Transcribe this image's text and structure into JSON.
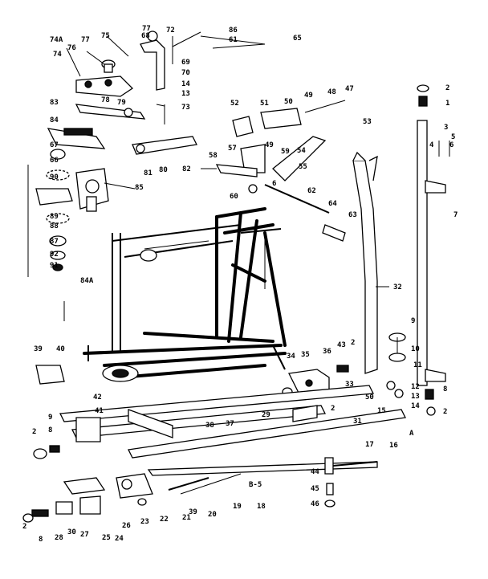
{
  "diagram": {
    "callouts": [
      {
        "id": "c77",
        "text": "77"
      },
      {
        "id": "c72",
        "text": "72"
      },
      {
        "id": "c68",
        "text": "68"
      },
      {
        "id": "c86",
        "text": "86"
      },
      {
        "id": "c61",
        "text": "61"
      },
      {
        "id": "c65",
        "text": "65"
      },
      {
        "id": "c74a",
        "text": "74A"
      },
      {
        "id": "c75",
        "text": "75"
      },
      {
        "id": "c77b",
        "text": "77"
      },
      {
        "id": "c76",
        "text": "76"
      },
      {
        "id": "c74",
        "text": "74"
      },
      {
        "id": "c69",
        "text": "69"
      },
      {
        "id": "c70",
        "text": "70"
      },
      {
        "id": "c14",
        "text": "14"
      },
      {
        "id": "c13",
        "text": "13"
      },
      {
        "id": "c83",
        "text": "83"
      },
      {
        "id": "c78",
        "text": "78"
      },
      {
        "id": "c79",
        "text": "79"
      },
      {
        "id": "c73",
        "text": "73"
      },
      {
        "id": "c84",
        "text": "84"
      },
      {
        "id": "c52",
        "text": "52"
      },
      {
        "id": "c51",
        "text": "51"
      },
      {
        "id": "c50",
        "text": "50"
      },
      {
        "id": "c49",
        "text": "49"
      },
      {
        "id": "c48",
        "text": "48"
      },
      {
        "id": "c47",
        "text": "47"
      },
      {
        "id": "c53",
        "text": "53"
      },
      {
        "id": "c2a",
        "text": "2"
      },
      {
        "id": "c1",
        "text": "1"
      },
      {
        "id": "c3",
        "text": "3"
      },
      {
        "id": "c4",
        "text": "4"
      },
      {
        "id": "c5",
        "text": "5"
      },
      {
        "id": "c6a",
        "text": "6"
      },
      {
        "id": "c67",
        "text": "67"
      },
      {
        "id": "c66",
        "text": "66"
      },
      {
        "id": "c90",
        "text": "90"
      },
      {
        "id": "c85",
        "text": "85"
      },
      {
        "id": "c82",
        "text": "82"
      },
      {
        "id": "c81",
        "text": "81"
      },
      {
        "id": "c80",
        "text": "80"
      },
      {
        "id": "c58",
        "text": "58"
      },
      {
        "id": "c57",
        "text": "57"
      },
      {
        "id": "c59",
        "text": "59"
      },
      {
        "id": "c49b",
        "text": "49"
      },
      {
        "id": "c54",
        "text": "54"
      },
      {
        "id": "c55",
        "text": "55"
      },
      {
        "id": "c6b",
        "text": "6"
      },
      {
        "id": "c60",
        "text": "60"
      },
      {
        "id": "c62",
        "text": "62"
      },
      {
        "id": "c64",
        "text": "64"
      },
      {
        "id": "c63",
        "text": "63"
      },
      {
        "id": "c7",
        "text": "7"
      },
      {
        "id": "c89",
        "text": "89"
      },
      {
        "id": "c88",
        "text": "88"
      },
      {
        "id": "c87",
        "text": "87"
      },
      {
        "id": "c92",
        "text": "92"
      },
      {
        "id": "c91",
        "text": "91"
      },
      {
        "id": "c84a",
        "text": "84A"
      },
      {
        "id": "c32",
        "text": "32"
      },
      {
        "id": "c9",
        "text": "9"
      },
      {
        "id": "c10",
        "text": "10"
      },
      {
        "id": "c11",
        "text": "11"
      },
      {
        "id": "c39",
        "text": "39"
      },
      {
        "id": "c40",
        "text": "40"
      },
      {
        "id": "c34",
        "text": "34"
      },
      {
        "id": "c35",
        "text": "35"
      },
      {
        "id": "c36",
        "text": "36"
      },
      {
        "id": "c43",
        "text": "43"
      },
      {
        "id": "c2b",
        "text": "2"
      },
      {
        "id": "c33",
        "text": "33"
      },
      {
        "id": "c12",
        "text": "12"
      },
      {
        "id": "c13b",
        "text": "13"
      },
      {
        "id": "c8a",
        "text": "8"
      },
      {
        "id": "c14b",
        "text": "14"
      },
      {
        "id": "c2c",
        "text": "2"
      },
      {
        "id": "c42",
        "text": "42"
      },
      {
        "id": "c41",
        "text": "41"
      },
      {
        "id": "c9b",
        "text": "9"
      },
      {
        "id": "c2d",
        "text": "2"
      },
      {
        "id": "c8b",
        "text": "8"
      },
      {
        "id": "c38",
        "text": "38"
      },
      {
        "id": "c37",
        "text": "37"
      },
      {
        "id": "c29",
        "text": "29"
      },
      {
        "id": "c2e",
        "text": "2"
      },
      {
        "id": "c50b",
        "text": "50"
      },
      {
        "id": "c15",
        "text": "15"
      },
      {
        "id": "c31",
        "text": "31"
      },
      {
        "id": "c17",
        "text": "17"
      },
      {
        "id": "c16",
        "text": "16"
      },
      {
        "id": "cA",
        "text": "A"
      },
      {
        "id": "cB5",
        "text": "B-5"
      },
      {
        "id": "c44",
        "text": "44"
      },
      {
        "id": "c45",
        "text": "45"
      },
      {
        "id": "c46",
        "text": "46"
      },
      {
        "id": "c19",
        "text": "19"
      },
      {
        "id": "c20",
        "text": "20"
      },
      {
        "id": "c39b",
        "text": "39"
      },
      {
        "id": "c18",
        "text": "18"
      },
      {
        "id": "c21",
        "text": "21"
      },
      {
        "id": "c22",
        "text": "22"
      },
      {
        "id": "c23",
        "text": "23"
      },
      {
        "id": "c26",
        "text": "26"
      },
      {
        "id": "c24",
        "text": "24"
      },
      {
        "id": "c25",
        "text": "25"
      },
      {
        "id": "c27",
        "text": "27"
      },
      {
        "id": "c30",
        "text": "30"
      },
      {
        "id": "c28",
        "text": "28"
      },
      {
        "id": "c8c",
        "text": "8"
      },
      {
        "id": "c2f",
        "text": "2"
      }
    ]
  }
}
